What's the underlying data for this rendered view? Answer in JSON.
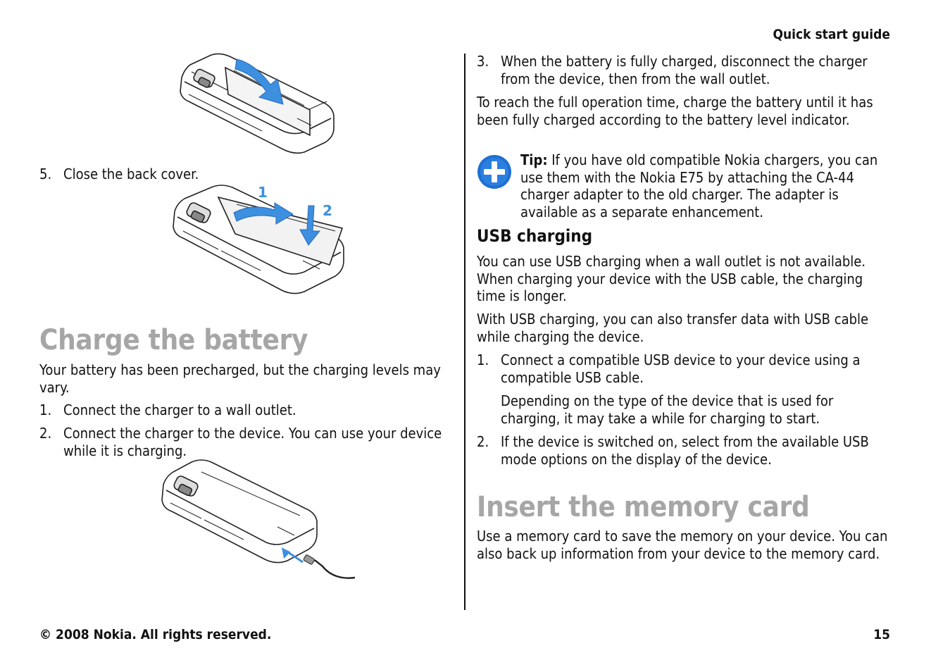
{
  "header": {
    "title": "Quick start guide"
  },
  "left": {
    "step5": {
      "num": "5.",
      "text": "Close the back cover."
    },
    "section_title": "Charge the battery",
    "intro": "Your battery has been precharged, but the charging levels may vary.",
    "steps": [
      {
        "num": "1.",
        "text": "Connect the charger to a wall outlet."
      },
      {
        "num": "2.",
        "text": "Connect the charger to the device. You can use your device while it is charging."
      }
    ],
    "figure2_labels": [
      "1",
      "2"
    ]
  },
  "right": {
    "step3": {
      "num": "3.",
      "text": "When the battery is fully charged, disconnect the charger from the device, then from the wall outlet."
    },
    "para1": "To reach the full operation time, charge the battery until it has been fully charged according to the battery level indicator.",
    "tip": {
      "label": "Tip:",
      "text": " If you have old compatible Nokia chargers, you can use them with the Nokia E75 by attaching the CA-44 charger adapter to the old charger. The adapter is available as a separate enhancement."
    },
    "usb_title": "USB charging",
    "usb_para1": "You can use USB charging when a wall outlet is not available. When charging your device with the USB cable, the charging time is longer.",
    "usb_para2": "With USB charging, you can also transfer data with USB cable while charging the device.",
    "usb_steps": [
      {
        "num": "1.",
        "text": "Connect a compatible USB device to your device using a compatible USB cable.",
        "note": "Depending on the type of the device that is used for charging, it may take a while for charging to start."
      },
      {
        "num": "2.",
        "text": "If the device is switched on, select from the available USB mode options on the display of the device."
      }
    ],
    "memory_title": "Insert the memory card",
    "memory_para": "Use a memory card to save the memory on your device. You can also back up information from your device to the memory card."
  },
  "footer": {
    "copyright": "© 2008 Nokia. All rights reserved.",
    "page_number": "15"
  },
  "colors": {
    "heading_gray": "#a6a6a6",
    "tip_icon_blue": "#1f6fd1",
    "arrow_blue": "#3d8fe0"
  },
  "icons": [
    "tip-plus-icon"
  ]
}
